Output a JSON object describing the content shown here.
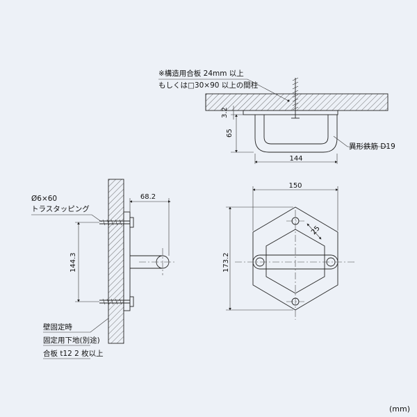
{
  "top_view": {
    "note_line1": "※構造用合板 24mm 以上",
    "note_line2": "もしくは□30×90 以上の間柱",
    "dim_thickness": "3.2",
    "dim_height": "65",
    "dim_width": "144",
    "rebar_label": "異形鉄筋 D19"
  },
  "side_view": {
    "screw_line1": "Ø6×60",
    "screw_line2": "トラスタッピング",
    "dim_projection": "68.2",
    "dim_pitch": "144.3",
    "wall_note_line1": "壁固定時",
    "wall_note_line2": "固定用下地(別途)",
    "wall_note_line3": "合板 t12 2 枚以上"
  },
  "front_view": {
    "dim_width": "150",
    "dim_height": "173.2",
    "dim_hex_side": "25"
  },
  "unit_label": "(mm)"
}
